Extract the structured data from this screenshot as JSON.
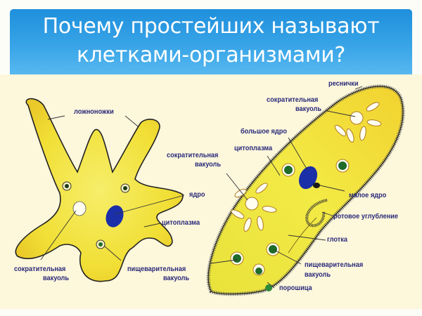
{
  "slide": {
    "title_line1": "Почему простейших называют",
    "title_line2": "клетками-организмами?",
    "header_color_top": "#1f8fdc",
    "header_color_bottom": "#58b8ef",
    "background_color": "#fdf7dc"
  },
  "amoeba": {
    "labels": {
      "pseudopods": "ложноножки",
      "nucleus": "ядро",
      "cytoplasm": "цитоплазма",
      "contractile_vacuole_1": "сократительная",
      "contractile_vacuole_2": "вакуоль",
      "digestive_vacuole_1": "пищеварительная",
      "digestive_vacuole_2": "вакуоль"
    }
  },
  "paramecium": {
    "labels": {
      "cilia": "реснички",
      "contractile_vacuole_top_1": "сократительная",
      "contractile_vacuole_top_2": "вакуоль",
      "macronucleus": "большое ядро",
      "cytoplasm": "цитоплазма",
      "contractile_vacuole_left_1": "сократительная",
      "contractile_vacuole_left_2": "вакуоль",
      "micronucleus": "малое ядро",
      "oral_groove": "ротовое углубление",
      "pharynx": "глотка",
      "digestive_vacuole_1": "пищеварительная",
      "digestive_vacuole_2": "вакуоль",
      "anal_pore": "порошица"
    }
  },
  "colors": {
    "cell_body": "#f3e63a",
    "nucleus": "#1b2fa8",
    "food_vacuole": "#1f6b2a",
    "label_text": "#2a2a7a"
  }
}
